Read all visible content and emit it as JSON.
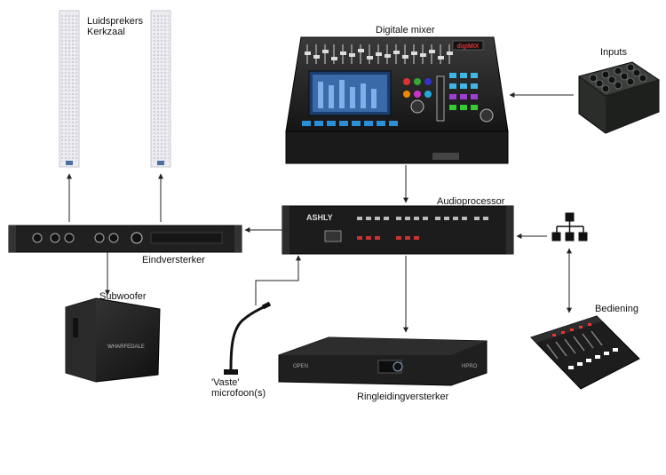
{
  "labels": {
    "speakers": "Luidsprekers\nKerkzaal",
    "mixer": "Digitale mixer",
    "inputs": "Inputs",
    "audioprocessor": "Audioprocessor",
    "amplifier": "Eindversterker",
    "subwoofer": "Subwoofer",
    "microphone": "'Vaste'\nmicrofoon(s)",
    "loop_amplifier": "Ringleidingversterker",
    "control": "Bediening"
  },
  "device_markings": {
    "mixer_brand": "digiMIX",
    "processor_brand": "ASHLY",
    "subwoofer_brand": "WHARFEDALE",
    "loop_brand": "OPEN",
    "loop_model": "HPRO"
  },
  "colors": {
    "line": "#222222",
    "device_dark": "#1e1e1e",
    "speaker_body": "#e9e9ee"
  }
}
